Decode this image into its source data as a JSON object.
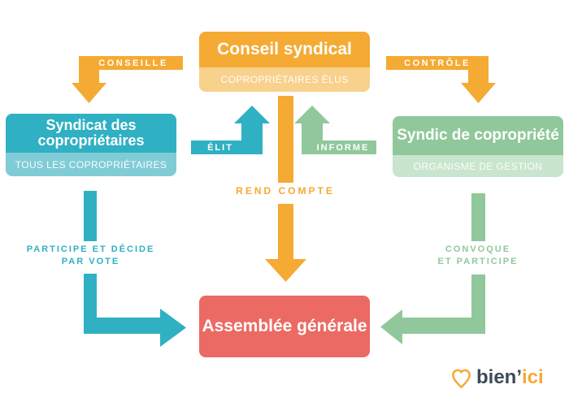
{
  "colors": {
    "orange": "#F5AA33",
    "orange_light": "#F8D18D",
    "teal": "#2FB0C3",
    "teal_light": "#80CCD6",
    "green": "#90C89B",
    "green_light": "#C9E5CD",
    "red": "#EB6A64",
    "logo_dark": "#3E4A59",
    "background": "#FFFFFF"
  },
  "nodes": {
    "conseil": {
      "title": "Conseil syndical",
      "subtitle": "COPROPRIÉTAIRES ÉLUS"
    },
    "syndicat": {
      "title": "Syndicat des\ncopropriétaires",
      "subtitle": "TOUS LES COPROPRIÉTAIRES"
    },
    "syndic": {
      "title": "Syndic de copropriété",
      "subtitle": "ORGANISME DE GESTION"
    },
    "assemblee": {
      "title": "Assemblée générale"
    }
  },
  "arrow_labels": {
    "conseille": "CONSEILLE",
    "controle": "CONTRÔLE",
    "elit": "ÉLIT",
    "informe": "INFORME",
    "rend_compte": "REND COMPTE",
    "participe": "PARTICIPE ET DÉCIDE\nPAR VOTE",
    "convoque": "CONVOQUE\nET PARTICIPE"
  },
  "logo": {
    "brand_prefix": "bien’",
    "brand_suffix": "ici",
    "icon": "heart-pin-icon"
  }
}
